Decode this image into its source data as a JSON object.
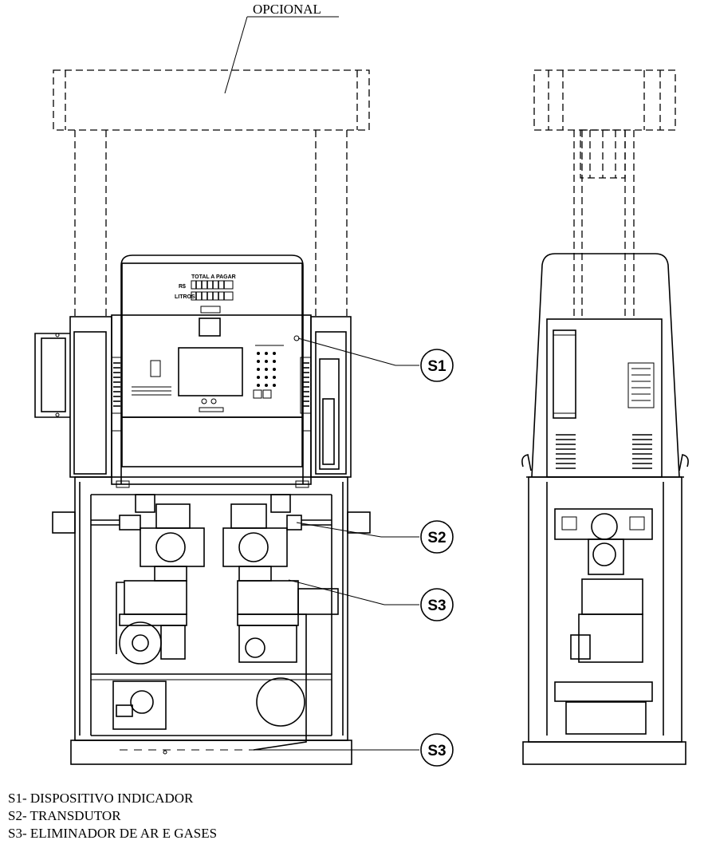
{
  "optional_label": "OPCIONAL",
  "panel": {
    "title": "TOTAL A PAGAR",
    "price_prefix": "R$",
    "liters_prefix": "LITROS"
  },
  "callouts": [
    {
      "id": "S1"
    },
    {
      "id": "S2"
    },
    {
      "id": "S3"
    },
    {
      "id": "S3"
    }
  ],
  "legend": [
    "S1- DISPOSITIVO INDICADOR",
    "S2- TRANSDUTOR",
    "S3- ELIMINADOR DE AR E GASES"
  ]
}
